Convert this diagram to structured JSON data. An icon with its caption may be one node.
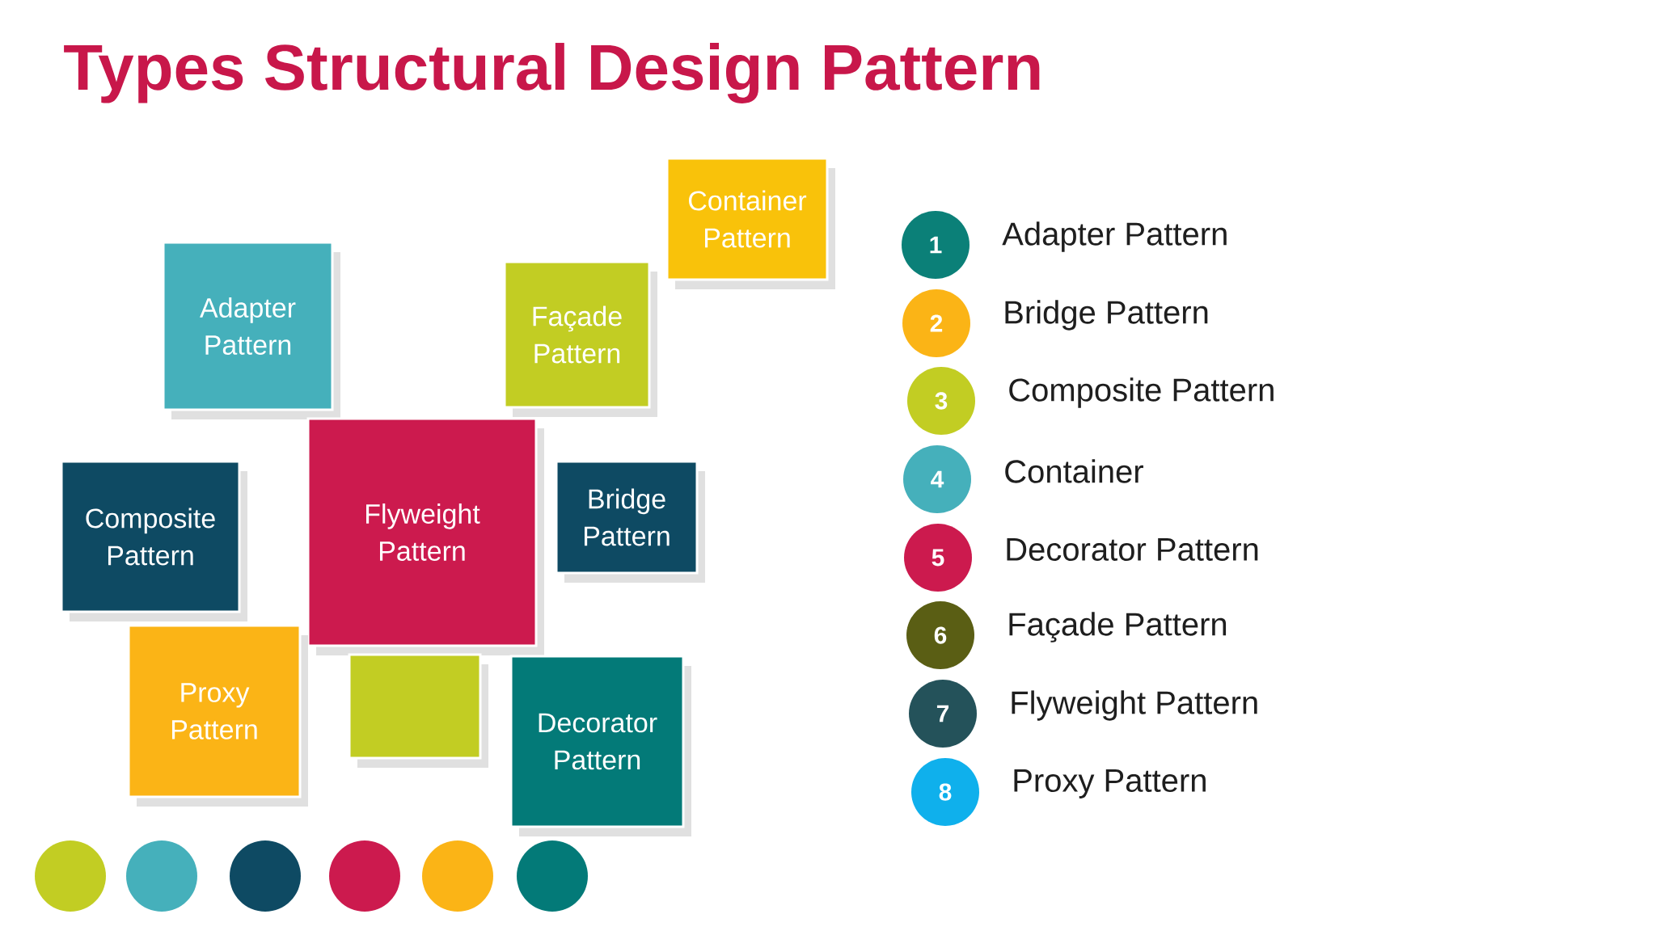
{
  "diagram": {
    "title": "Types Structural Design Pattern",
    "nodes": [
      {
        "text": [
          "Container Pattern"
        ]
      },
      {
        "text": [
          "Adapter Pattern"
        ]
      },
      {
        "text": [
          "Façade Pattern"
        ]
      },
      {
        "text": [
          "Flyweight Pattern"
        ]
      },
      {
        "text": [
          "Composite Pattern"
        ]
      },
      {
        "text": [
          "Bridge Pattern"
        ]
      },
      {
        "text": [
          "Proxy Pattern"
        ]
      },
      {
        "text": [],
        "shape": "box"
      },
      {
        "text": [
          "Decorator Pattern"
        ]
      },
      {
        "text": [
          "1"
        ],
        "beside": [
          "Adapter Pattern"
        ]
      },
      {
        "text": [
          "2"
        ],
        "beside": [
          "Bridge Pattern"
        ]
      },
      {
        "text": [
          "3"
        ],
        "beside": [
          "Composite Pattern"
        ]
      },
      {
        "text": [
          "4"
        ],
        "beside": [
          "Container"
        ]
      },
      {
        "text": [
          "5"
        ],
        "beside": [
          "Decorator Pattern"
        ]
      },
      {
        "text": [
          "6"
        ],
        "beside": [
          "Façade Pattern"
        ]
      },
      {
        "text": [
          "7"
        ],
        "beside": [
          "Flyweight Pattern"
        ]
      },
      {
        "text": [
          "8"
        ],
        "beside": [
          "Proxy Pattern"
        ]
      },
      {
        "text": [],
        "shape": "circle"
      },
      {
        "text": [],
        "shape": "circle"
      },
      {
        "text": [],
        "shape": "circle"
      },
      {
        "text": [],
        "shape": "circle"
      },
      {
        "text": [],
        "shape": "circle"
      },
      {
        "text": [],
        "shape": "circle"
      }
    ]
  }
}
